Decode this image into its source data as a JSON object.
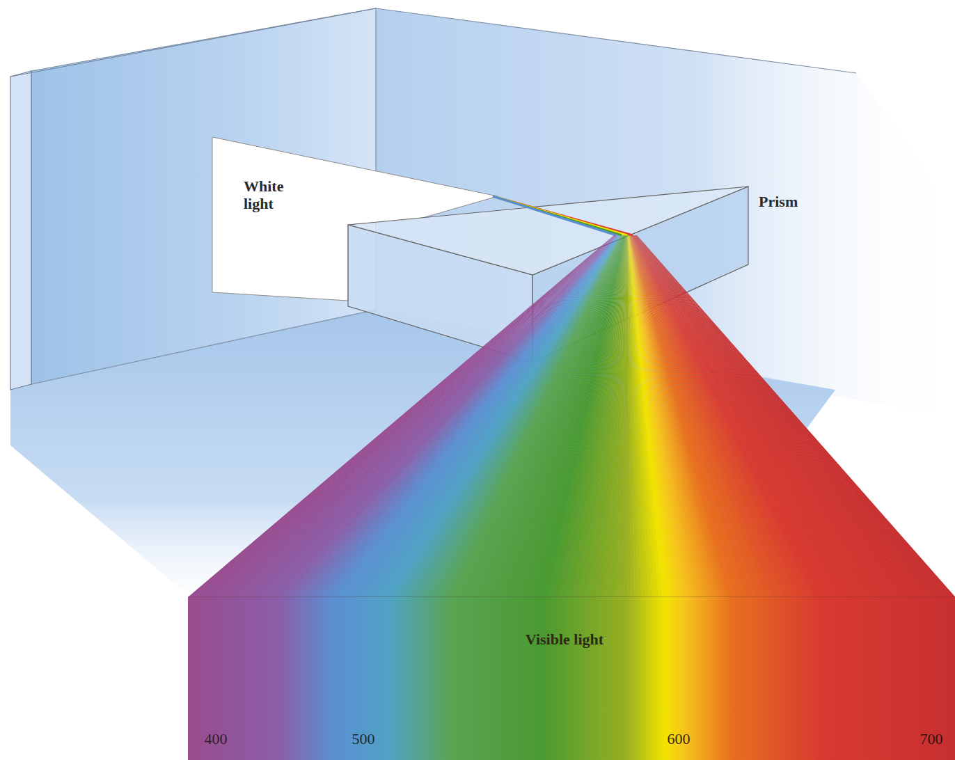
{
  "diagram": {
    "nodes": [
      {
        "text": [
          "White light"
        ]
      },
      {
        "text": [
          "Visible light"
        ]
      }
    ],
    "labels": [
      "Prism",
      "400",
      "500",
      "600",
      "700"
    ]
  }
}
